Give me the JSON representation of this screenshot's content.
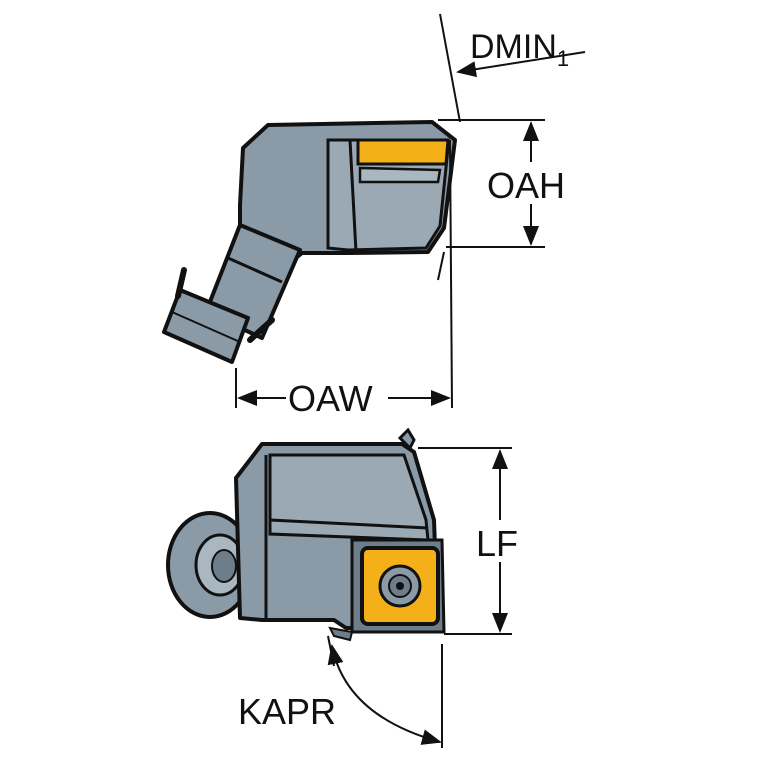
{
  "labels": {
    "dmin": "DMIN",
    "dmin_sub": "1",
    "oah": "OAH",
    "oaw": "OAW",
    "lf": "LF",
    "kapr": "KAPR"
  },
  "colors": {
    "body": "#8a9aa6",
    "body_dark": "#6d7d89",
    "body_light": "#a9b7c1",
    "outline": "#111111",
    "insert": "#f4b018",
    "dimension": "#111111"
  }
}
